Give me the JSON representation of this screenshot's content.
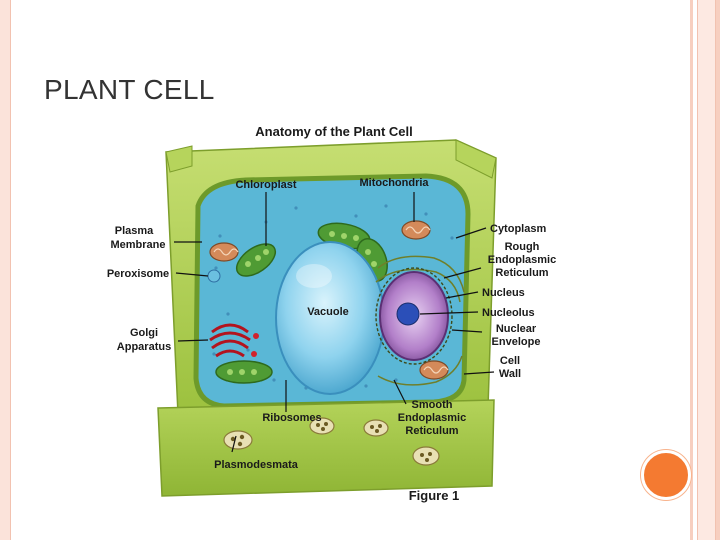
{
  "slide": {
    "title": "PLANT CELL"
  },
  "diagram": {
    "title": "Anatomy of the Plant Cell",
    "caption": "Figure 1",
    "labels": {
      "chloroplast": "Chloroplast",
      "mitochondria": "Mitochondria",
      "plasma_membrane_1": "Plasma",
      "plasma_membrane_2": "Membrane",
      "peroxisome": "Peroxisome",
      "golgi_1": "Golgi",
      "golgi_2": "Apparatus",
      "vacuole": "Vacuole",
      "cytoplasm": "Cytoplasm",
      "rough_er_1": "Rough",
      "rough_er_2": "Endoplasmic",
      "rough_er_3": "Reticulum",
      "nucleus": "Nucleus",
      "nucleolus": "Nucleolus",
      "nuclear_envelope_1": "Nuclear",
      "nuclear_envelope_2": "Envelope",
      "cell_wall_1": "Cell",
      "cell_wall_2": "Wall",
      "ribosomes": "Ribosomes",
      "smooth_er_1": "Smooth",
      "smooth_er_2": "Endoplasmic",
      "smooth_er_3": "Reticulum",
      "plasmodesmata": "Plasmodesmata"
    }
  },
  "colors": {
    "accent_dot": "#f47a31",
    "cell_wall": "#a8c94a",
    "cytoplasm": "#5ab7d6",
    "vacuole": "#8fd3ee",
    "nucleus": "#b27fc9"
  }
}
